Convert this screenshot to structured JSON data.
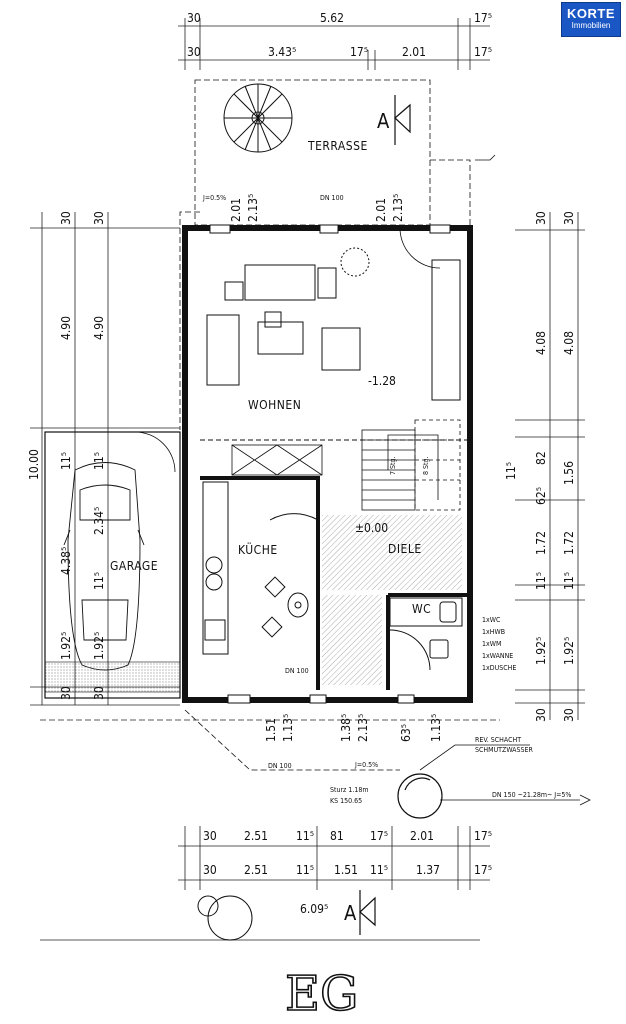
{
  "brand": {
    "name": "KORTE",
    "subtitle": "Immobilien"
  },
  "floor_label": "EG",
  "rooms": {
    "wohnen": "WOHNEN",
    "kueche": "KÜCHE",
    "diele": "DIELE",
    "wc": "WC",
    "garage": "GARAGE",
    "terrasse": "TERRASSE"
  },
  "levels": {
    "wohnen": "-1.28",
    "diele": "±0.00"
  },
  "section_marker": "A",
  "top_dims": {
    "row1": [
      "30",
      "5.62",
      "17⁵"
    ],
    "row2": [
      "30",
      "3.43⁵",
      "17⁵",
      "2.01",
      "17⁵"
    ]
  },
  "window_dims": [
    "2.01",
    "2.13⁵",
    "2.01",
    "2.13⁵"
  ],
  "left_dims": {
    "total": "10.00",
    "outer": [
      "30",
      "4.90",
      "11⁵",
      "4.38⁵",
      "1.92⁵",
      "30"
    ],
    "inner": [
      "30",
      "4.90",
      "11⁵",
      "2.34⁵",
      "11⁵",
      "1.92⁵",
      "30"
    ]
  },
  "right_dims": {
    "outer": [
      "30",
      "4.08",
      "11⁵",
      "62⁵",
      "1.72",
      "11⁵",
      "1.92⁵",
      "30"
    ],
    "inner": [
      "30",
      "4.08",
      "82",
      "1.56",
      "1.72",
      "11⁵",
      "1.92⁵",
      "30"
    ]
  },
  "bottom_window_dims": [
    "1.51",
    "1.13⁵",
    "1.38⁵",
    "2.13⁵",
    "63⁵",
    "1.13⁵"
  ],
  "bottom_dims": {
    "row1": [
      "30",
      "2.51",
      "11⁵",
      "81",
      "17⁵",
      "2.01",
      "17⁵"
    ],
    "row2": [
      "30",
      "2.51",
      "11⁵",
      "1.51",
      "11⁵",
      "1.37",
      "17⁵"
    ],
    "total": "6.09⁵"
  },
  "pipe_labels": {
    "dn100_top": "DN 100",
    "dn100_kitchen": "DN 100",
    "dn100_bottom": "DN 100",
    "slope_top": "J=0.5%",
    "slope_bottom": "J=0.5%",
    "dn150": "DN 150 ~21.28m~ J=5%"
  },
  "shaft": {
    "line1": "REV. SCHACHT",
    "line2": "SCHMUTZWASSER",
    "sturz": "Sturz 1.18m",
    "ks": "KS 150.65"
  },
  "bath_list": [
    "1xWC",
    "1xHWB",
    "1xWM",
    "1xWANNE",
    "1xDUSCHE"
  ],
  "stair_labels": [
    "7 Stg.",
    "8 Stg."
  ]
}
